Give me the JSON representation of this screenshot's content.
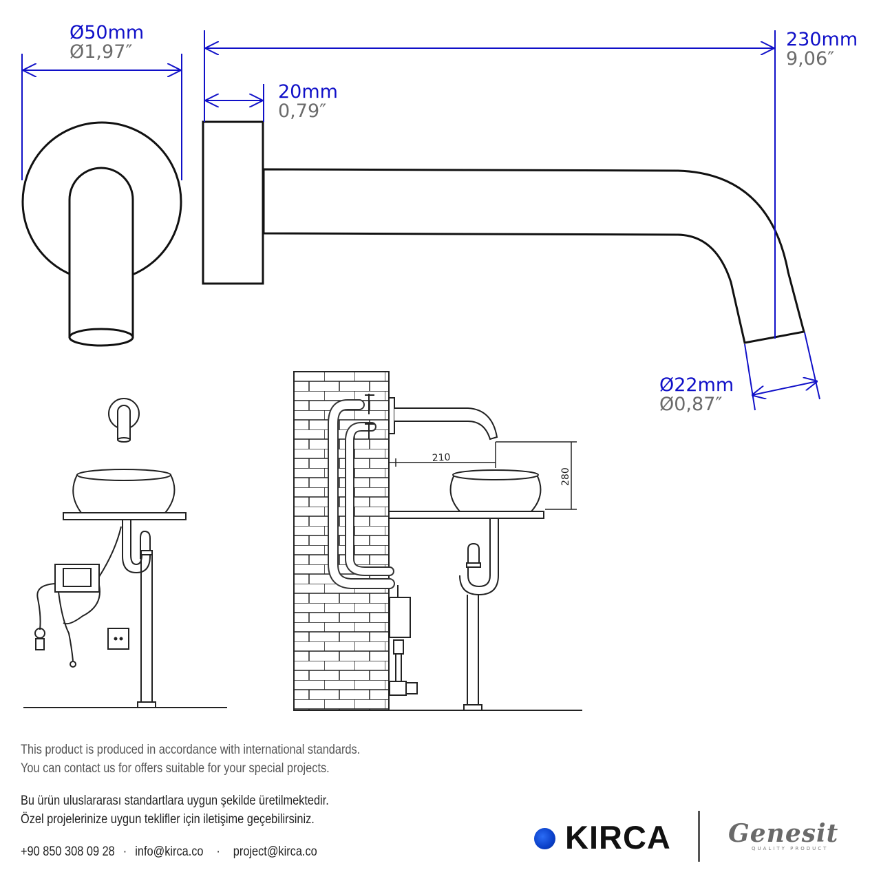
{
  "dimensions": {
    "diameter_plate": {
      "mm": "Ø50mm",
      "inch": "Ø1,97″"
    },
    "length_total": {
      "mm": "230mm",
      "inch": "9,06″"
    },
    "plate_depth": {
      "mm": "20mm",
      "inch": "0,79″"
    },
    "spout_outlet": {
      "mm": "Ø22mm",
      "inch": "Ø0,87″"
    }
  },
  "installation": {
    "reach": "210",
    "height": "280"
  },
  "footer": {
    "en_line1": "This product is produced in accordance with international standards.",
    "en_line2": "You can contact us for offers suitable for your special projects.",
    "tr_line1": "Bu ürün uluslararası standartlara uygun şekilde üretilmektedir.",
    "tr_line2": "Özel projelerinize uygun teklifler için iletişime geçebilirsiniz.",
    "phone": "+90 850 308 09 28",
    "email_info": "info@kirca.co",
    "email_project": "project@kirca.co",
    "separator": "·"
  },
  "brands": {
    "primary": "KIRCA",
    "secondary": "Genesit",
    "secondary_tagline": "QUALITY PRODUCT"
  },
  "colors": {
    "dimension": "#1010c8",
    "dimension_secondary": "#6b6b6b",
    "outline": "#111111"
  }
}
